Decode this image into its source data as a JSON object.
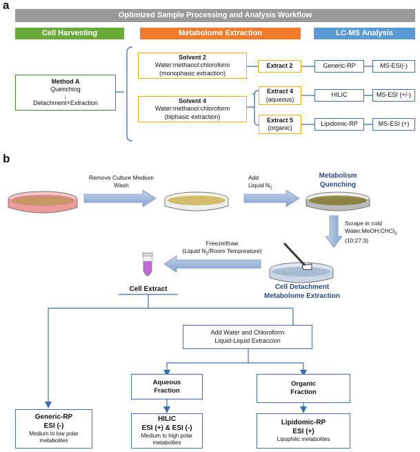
{
  "panel_a": {
    "label": "a",
    "title": "Optimized Sample Processing and Analysis Workflow",
    "headers": {
      "harvest": "Cell Harvesting",
      "extraction": "Metabolome Extraction",
      "lcms": "LC-MS Analysis"
    },
    "method": {
      "title": "Method A",
      "line1": "Quenching",
      "arrow": "↓",
      "line2": "Detachment+Extraction"
    },
    "solvent2": {
      "title": "Solvent 2",
      "line1": "Water:methanol:chloroform",
      "line2": "(monophasic extraction)"
    },
    "solvent4": {
      "title": "Solvent 4",
      "line1": "Water:methanol:chloroform",
      "line2": "(biphasic extraction)"
    },
    "extract2": {
      "title": "Extract 2"
    },
    "extract4": {
      "title": "Extract 4",
      "sub": "(aqueous)"
    },
    "extract5": {
      "title": "Extract 5",
      "sub": "(organic)"
    },
    "columns": {
      "generic": "Generic-RP",
      "hilic": "HILIC",
      "lipidomic": "Lipidomic-RP"
    },
    "ms": {
      "neg": "MS-ESI(-)",
      "both": "MS-ESI (+/-)",
      "pos": "MS-ESI (+)"
    }
  },
  "panel_b": {
    "label": "b",
    "step1": {
      "line1": "Remove Culture Medium",
      "line2": "Wash"
    },
    "step2": {
      "line1": "Add",
      "line2": "Liquid N",
      "sub": "2"
    },
    "quench": {
      "line1": "Metabolism",
      "line2": "Quenching"
    },
    "scrape": {
      "line1": "Scrape  in cold",
      "line2a": "Water:MeOH:CHCl",
      "line2sub": "3",
      "line3": "(10:27:3)"
    },
    "freeze": {
      "line1": "Freeze/thaw",
      "line2a": "(Liquid N",
      "line2sub": "2",
      "line2b": "/Room Tempreature)"
    },
    "detach": {
      "line1": "Cell Detachment",
      "line2": "Metabolome Extraction"
    },
    "cell_extract": "Cell Extract",
    "add_water": {
      "line1": "Add Water and  Chloroform",
      "line2": "Liquid-Liquid Extraccion"
    },
    "aqueous": {
      "line1": "Aqueous",
      "line2": "Fraction"
    },
    "organic": {
      "line1": "Organic",
      "line2": "Fraction"
    },
    "out_generic": {
      "title": "Generic-RP",
      "esi": "ESI (-)",
      "desc1": "Medium to low polar",
      "desc2": "metabolites"
    },
    "out_hilic": {
      "title": "HILIC",
      "esi": "ESI (+) & ESI (-)",
      "desc1": "Medium to high polar",
      "desc2": "metabolites"
    },
    "out_lipid": {
      "title": "Lipidomic-RP",
      "esi": "ESI (+)",
      "desc1": "Lipophilic  metabolites"
    }
  },
  "colors": {
    "title_band": "#9a9a9a",
    "harvest": "#6aaa3a",
    "extraction": "#f07b2c",
    "lcms": "#5b9bd5",
    "box_blue": "#3a6fb0",
    "box_yellow": "#f0b000",
    "arrow_fill": "#9fb7d9"
  }
}
